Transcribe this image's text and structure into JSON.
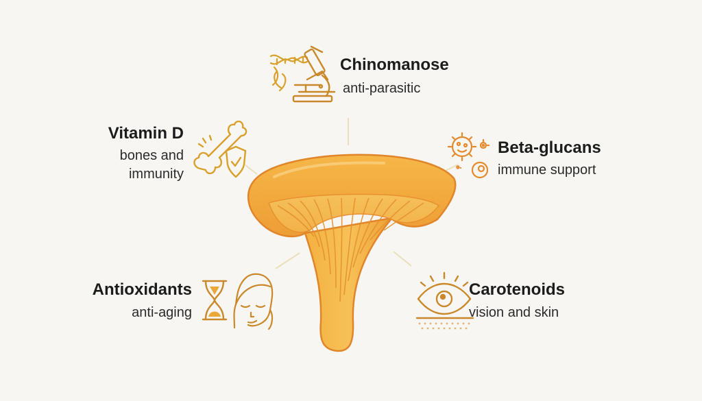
{
  "items": [
    {
      "id": "chinomanose",
      "title": "Chinomanose",
      "subtitle": "anti-parasitic"
    },
    {
      "id": "beta",
      "title": "Beta-glucans",
      "subtitle": "immune support"
    },
    {
      "id": "vitamin",
      "title": "Vitamin D",
      "subtitle_line1": "bones and",
      "subtitle_line2": "immunity"
    },
    {
      "id": "antiox",
      "title": "Antioxidants",
      "subtitle": "anti-aging"
    },
    {
      "id": "carot",
      "title": "Carotenoids",
      "subtitle": "vision and skin"
    }
  ],
  "icons": [
    "microscope-icon",
    "dna-icon",
    "microbe-icon",
    "bone-icon",
    "shield-check-icon",
    "hourglass-icon",
    "face-icon",
    "eye-icon"
  ],
  "colors": {
    "background": "#f7f6f2",
    "mushroom_fill": "#f2a63a",
    "mushroom_outline": "#e0852a",
    "accent_gold": "#d9a02b",
    "accent_orange": "#e58a2c",
    "text": "#1c1c1c"
  }
}
